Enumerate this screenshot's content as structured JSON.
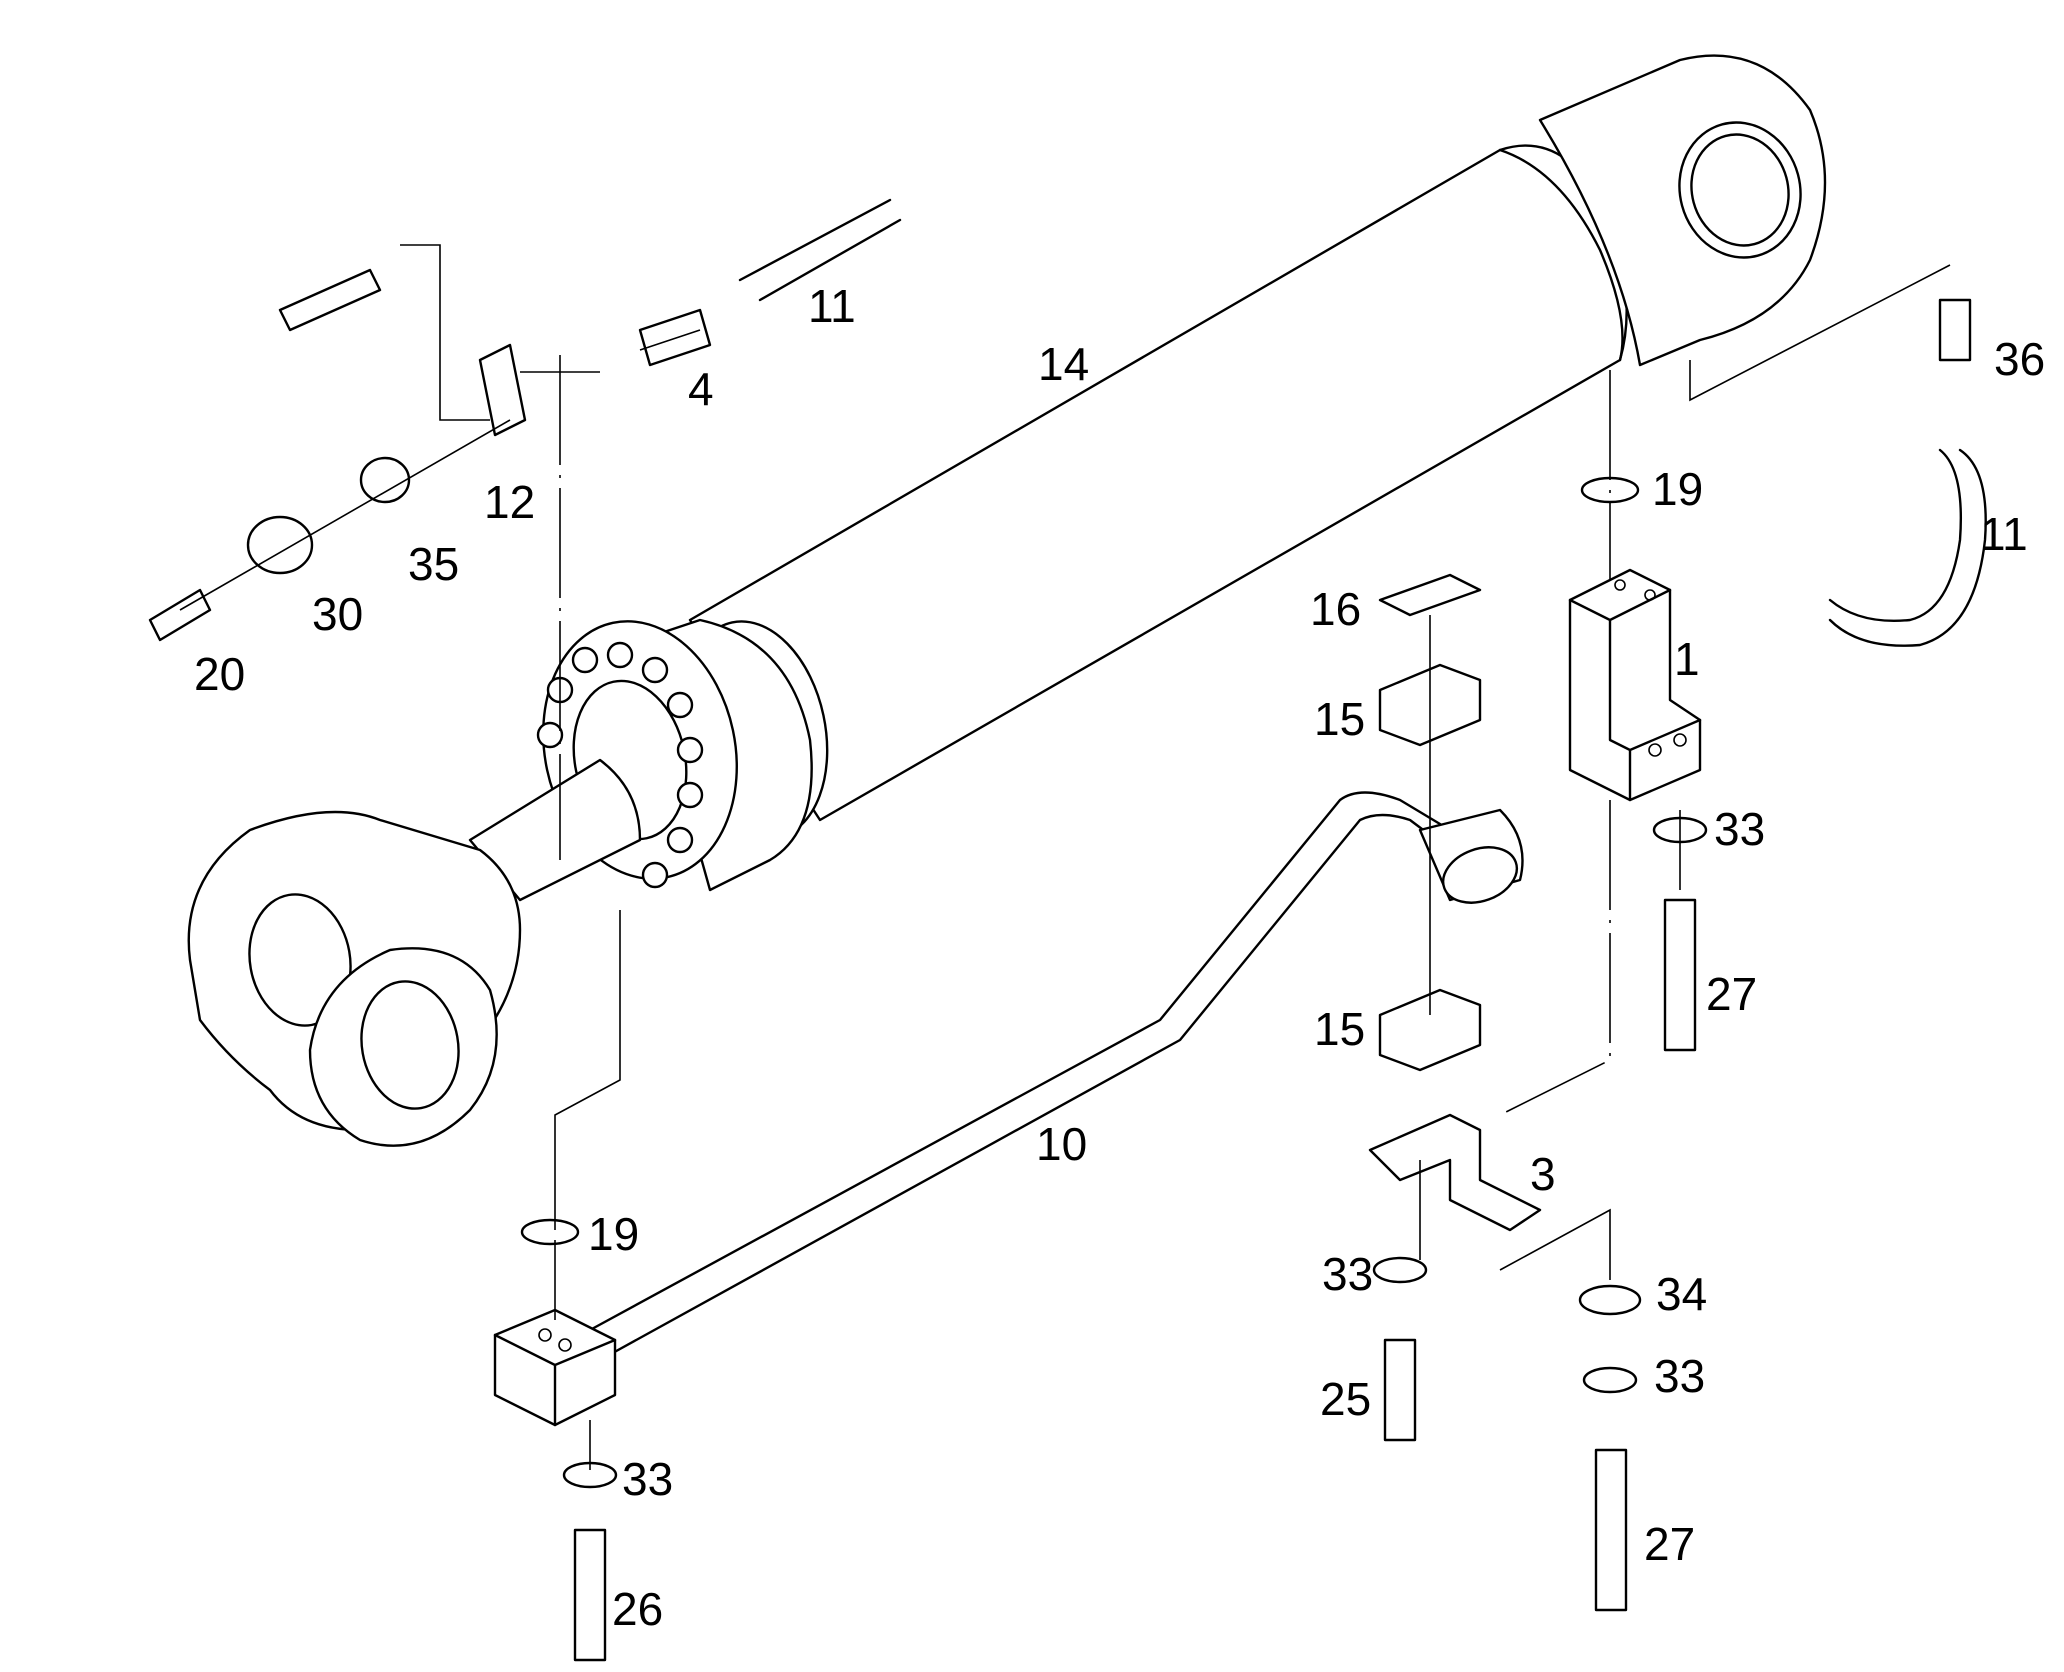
{
  "callouts": [
    {
      "id": "c14",
      "text": "14"
    },
    {
      "id": "c11a",
      "text": "11"
    },
    {
      "id": "c4",
      "text": "4"
    },
    {
      "id": "c12",
      "text": "12"
    },
    {
      "id": "c35",
      "text": "35"
    },
    {
      "id": "c30",
      "text": "30"
    },
    {
      "id": "c20",
      "text": "20"
    },
    {
      "id": "c36",
      "text": "36"
    },
    {
      "id": "c19a",
      "text": "19"
    },
    {
      "id": "c11b",
      "text": "11"
    },
    {
      "id": "c16",
      "text": "16"
    },
    {
      "id": "c1",
      "text": "1"
    },
    {
      "id": "c15a",
      "text": "15"
    },
    {
      "id": "c33a",
      "text": "33"
    },
    {
      "id": "c27a",
      "text": "27"
    },
    {
      "id": "c15b",
      "text": "15"
    },
    {
      "id": "c10",
      "text": "10"
    },
    {
      "id": "c3",
      "text": "3"
    },
    {
      "id": "c19b",
      "text": "19"
    },
    {
      "id": "c33b",
      "text": "33"
    },
    {
      "id": "c34",
      "text": "34"
    },
    {
      "id": "c33c",
      "text": "33"
    },
    {
      "id": "c25",
      "text": "25"
    },
    {
      "id": "c33d",
      "text": "33"
    },
    {
      "id": "c27b",
      "text": "27"
    },
    {
      "id": "c26",
      "text": "26"
    }
  ]
}
